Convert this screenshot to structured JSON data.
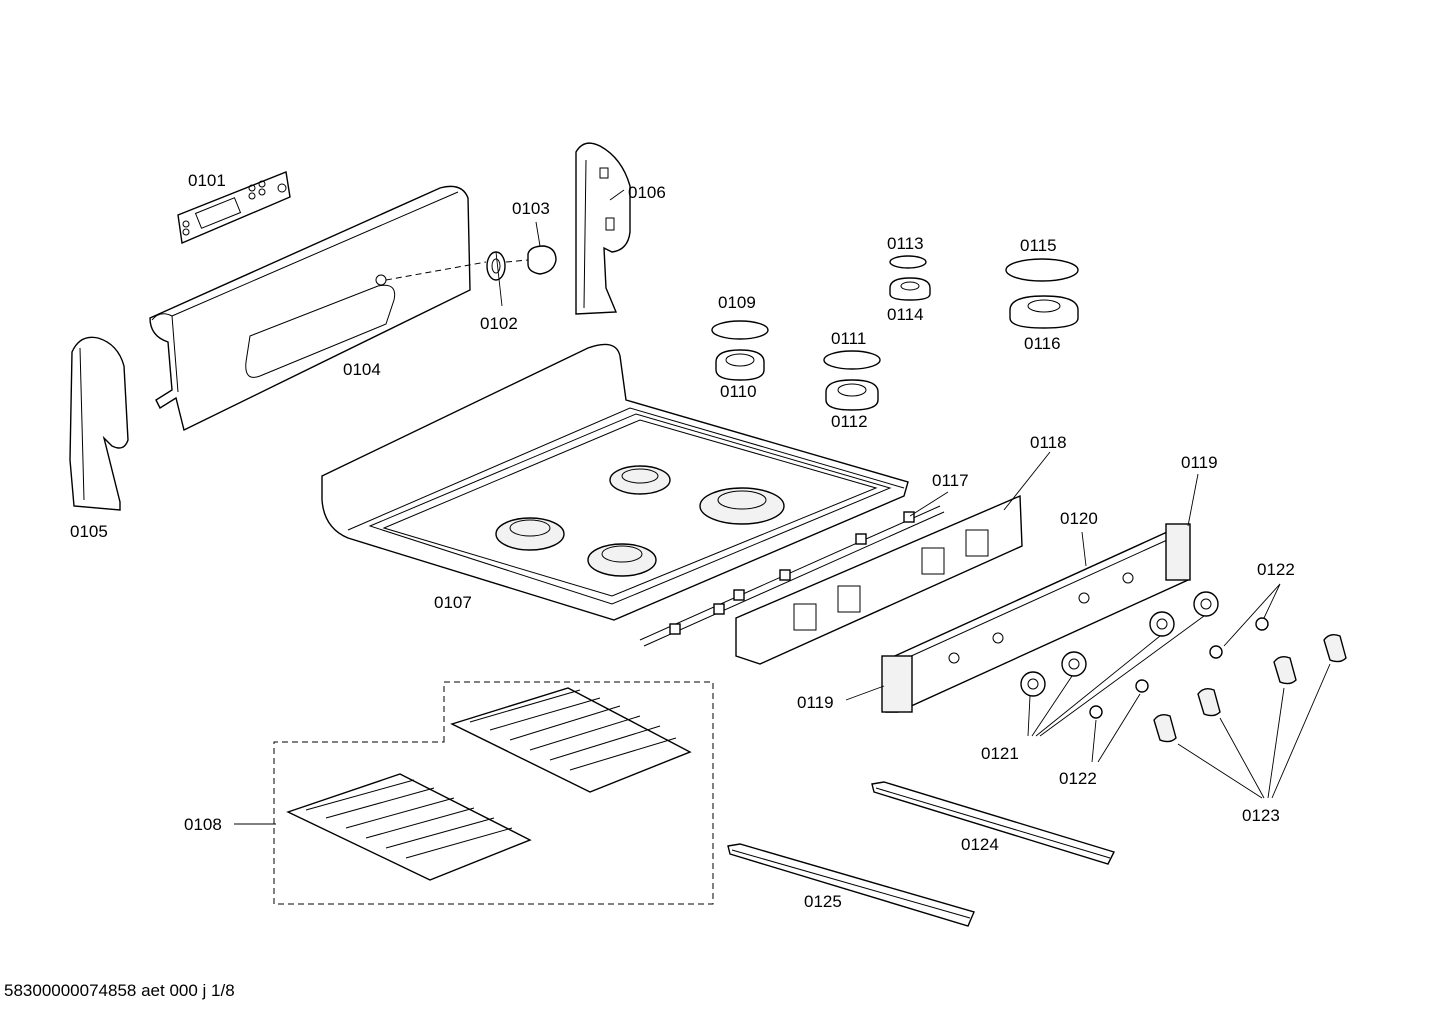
{
  "diagram": {
    "type": "exploded-parts-diagram",
    "labels": {
      "p0101": "0101",
      "p0102": "0102",
      "p0103": "0103",
      "p0104": "0104",
      "p0105": "0105",
      "p0106": "0106",
      "p0107": "0107",
      "p0108": "0108",
      "p0109": "0109",
      "p0110": "0110",
      "p0111": "0111",
      "p0112": "0112",
      "p0113": "0113",
      "p0114": "0114",
      "p0115": "0115",
      "p0116": "0116",
      "p0117": "0117",
      "p0118": "0118",
      "p0119a": "0119",
      "p0119b": "0119",
      "p0120": "0120",
      "p0121": "0121",
      "p0122a": "0122",
      "p0122b": "0122",
      "p0123": "0123",
      "p0124": "0124",
      "p0125": "0125"
    }
  },
  "footer": {
    "document_id": "58300000074858 aet 000 j 1/8"
  }
}
